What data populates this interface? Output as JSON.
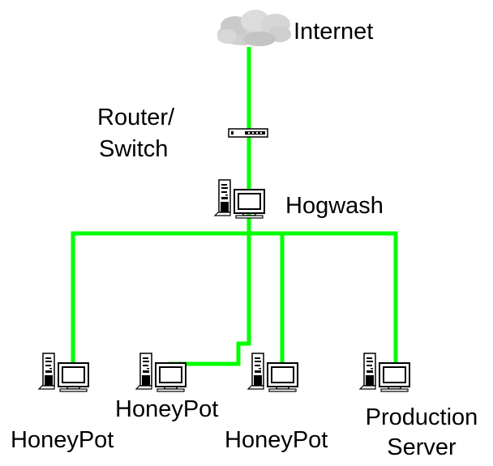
{
  "colors": {
    "link": "#00ff00",
    "background": "#ffffff",
    "text": "#000000",
    "cloud": "#d4d4d4"
  },
  "nodes": {
    "internet": {
      "label": "Internet",
      "icon": "cloud-icon"
    },
    "router": {
      "label_line1": "Router/",
      "label_line2": "Switch",
      "icon": "switch-icon"
    },
    "hogwash": {
      "label": "Hogwash",
      "icon": "computer-icon"
    },
    "honeypot1": {
      "label": "HoneyPot",
      "icon": "computer-icon"
    },
    "honeypot2": {
      "label": "HoneyPot",
      "icon": "computer-icon"
    },
    "honeypot3": {
      "label": "HoneyPot",
      "icon": "computer-icon"
    },
    "production": {
      "label_line1": "Production",
      "label_line2": "Server",
      "icon": "computer-icon"
    }
  },
  "links": [
    {
      "from": "internet",
      "to": "router"
    },
    {
      "from": "router",
      "to": "hogwash"
    },
    {
      "from": "hogwash",
      "to": "honeypot1"
    },
    {
      "from": "hogwash",
      "to": "honeypot2"
    },
    {
      "from": "hogwash",
      "to": "honeypot3"
    },
    {
      "from": "hogwash",
      "to": "production"
    }
  ]
}
